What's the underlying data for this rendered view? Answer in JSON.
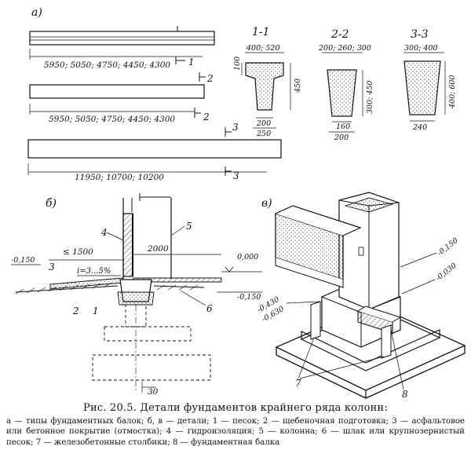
{
  "panels": {
    "a": {
      "label": "а)",
      "beam1_lengths": "5950; 5050; 4750; 4450; 4300",
      "beam2_lengths": "5950; 5050; 4750; 4450; 4300",
      "beam3_lengths": "11950; 10700; 10200",
      "cut1": "1",
      "cut2": "2",
      "cut3": "3"
    },
    "sections": {
      "s11": {
        "title": "1-1",
        "top": "400; 520",
        "h_top": "100",
        "h": "450",
        "bottom": "200",
        "bottom2": "250"
      },
      "s22": {
        "title": "2-2",
        "top": "200; 260; 300",
        "h": "300; 450",
        "bottom": "160",
        "bottom2": "200"
      },
      "s33": {
        "title": "3-3",
        "top": "300; 400",
        "h": "400; 600",
        "bottom": "240"
      }
    },
    "b": {
      "label": "б)",
      "dim_1500": "≤ 1500",
      "dim_2000": "2000",
      "slope": "i=3...5%",
      "lvl_0150": "-0,150",
      "lvl_0000": "0,000",
      "lvl_0150r": "-0,150",
      "dim_30": "30",
      "n1": "1",
      "n2": "2",
      "n3": "3",
      "n4": "4",
      "n5": "5",
      "n6": "6"
    },
    "v": {
      "label": "в)",
      "lvl_0150": "-0,150",
      "lvl_0030": "-0,030",
      "lvl_0430": "-0,430",
      "lvl_0630": "-0,630",
      "n7": "7",
      "n8": "8"
    }
  },
  "caption": {
    "title": "Рис. 20.5. Детали фундаментов крайнего ряда колонн:",
    "body": "а — типы фундаментных балок; б, в — детали; 1 — песок; 2 — щебеночная подготовка; 3 — асфальтовое или бетонное покрытие (отмостка); 4 — гидроизоляция; 5 — колонна; 6 — шлак или крупнозернистый песок; 7 — железобетонные столбики; 8 — фундаментная балка"
  }
}
